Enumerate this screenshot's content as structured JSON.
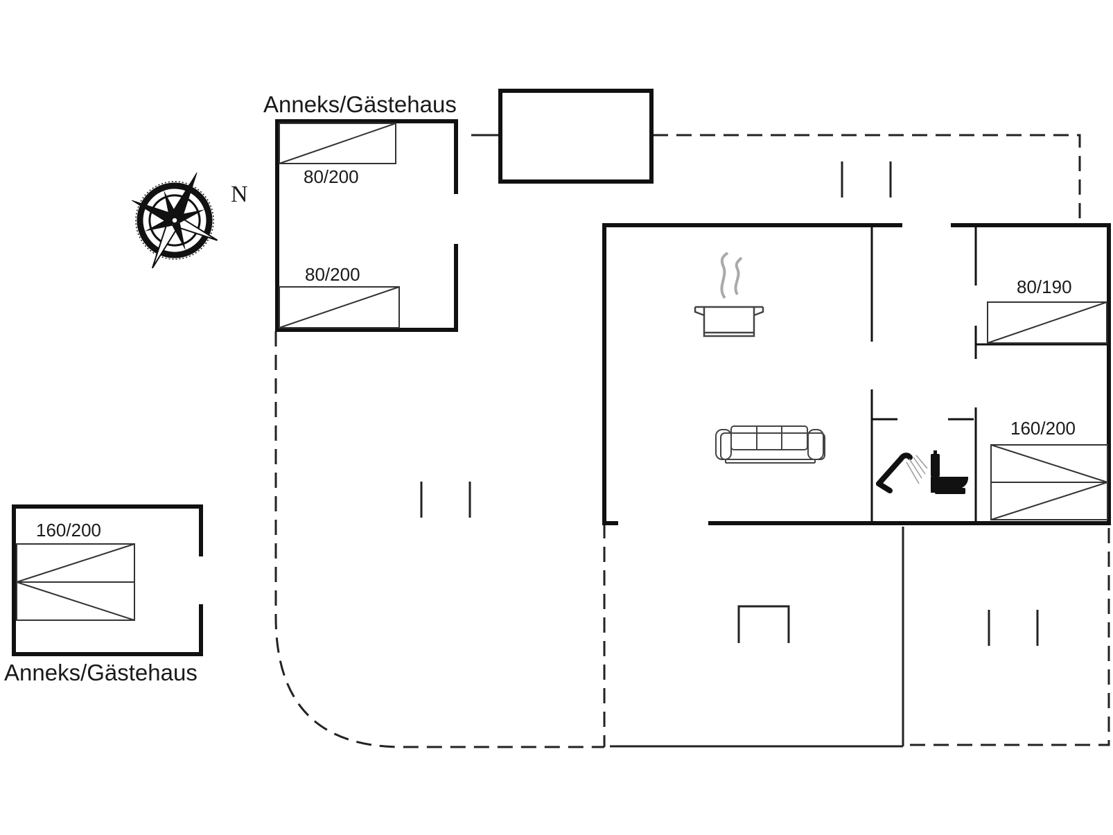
{
  "annex_top": {
    "title": "Anneks/Gästehaus",
    "bed_upper": "80/200",
    "bed_lower": "80/200"
  },
  "annex_left": {
    "title": "Anneks/Gästehaus",
    "bed": "160/200"
  },
  "main_house": {
    "bedroom_single": "80/190",
    "bedroom_double": "160/200"
  },
  "compass": {
    "north_label": "N"
  },
  "icons": [
    "compass-rose-icon",
    "cooking-pot-icon",
    "sofa-icon",
    "shower-icon",
    "toilet-icon"
  ],
  "colors": {
    "wall": "#111111",
    "line": "#222222",
    "background": "#ffffff",
    "steam": "#aaaaaa"
  }
}
